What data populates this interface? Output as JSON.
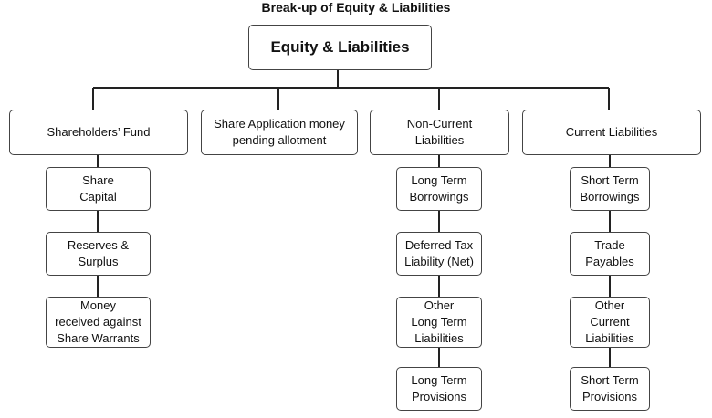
{
  "title": "Break-up of Equity & Liabilities",
  "root": "Equity & Liabilities",
  "categories": [
    {
      "label": "Shareholders’ Fund",
      "items": [
        "Share\nCapital",
        "Reserves &\nSurplus",
        "Money\nreceived against\nShare Warrants"
      ]
    },
    {
      "label": "Share Application money\npending allotment",
      "items": []
    },
    {
      "label": "Non-Current\nLiabilities",
      "items": [
        "Long Term\nBorrowings",
        "Deferred Tax\nLiability (Net)",
        "Other\nLong Term\nLiabilities",
        "Long Term\nProvisions"
      ]
    },
    {
      "label": "Current Liabilities",
      "items": [
        "Short Term\nBorrowings",
        "Trade\nPayables",
        "Other\nCurrent\nLiabilities",
        "Short Term\nProvisions"
      ]
    }
  ]
}
